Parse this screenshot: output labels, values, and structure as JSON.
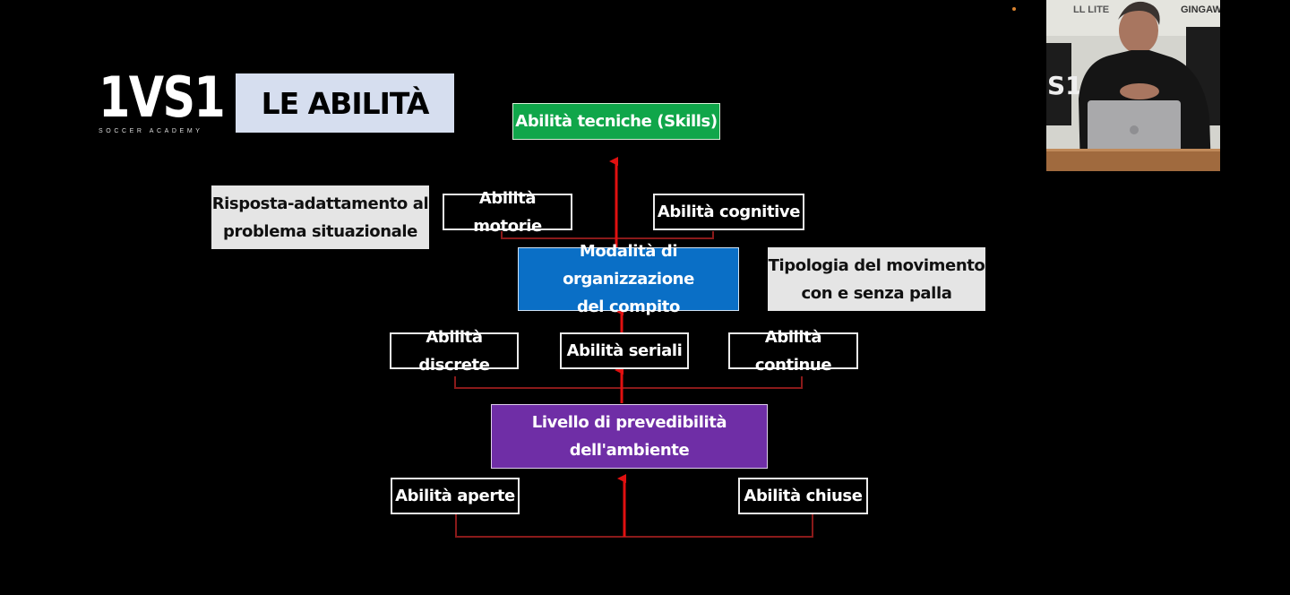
{
  "logo": {
    "main": "1VS1",
    "sub": "SOCCER ACADEMY"
  },
  "slide_title": "LE ABILITÀ",
  "boxes": {
    "skills": "Abilità tecniche (Skills)",
    "risposta_line1": "Risposta-adattamento al",
    "risposta_line2": "problema situazionale",
    "motorie": "Abilità motorie",
    "cognitive": "Abilità cognitive",
    "modalita_line1": "Modalità di organizzazione",
    "modalita_line2": "del compito",
    "tipologia_line1": "Tipologia del movimento",
    "tipologia_line2": "con e senza palla",
    "discrete": "Abilità discrete",
    "seriali": "Abilità seriali",
    "continue": "Abilità continue",
    "livello_line1": "Livello di prevedibilità",
    "livello_line2": "dell'ambiente",
    "aperte": "Abilità aperte",
    "chiuse": "Abilità chiuse"
  },
  "webcam": {
    "bg_text_left": "LL LITE",
    "bg_text_right": "GINGAW",
    "banner_text": "S1"
  },
  "colors": {
    "arrow": "#e01010",
    "connector": "#8a1a1a",
    "green": "#10a64a",
    "blue": "#0a6fc6",
    "purple": "#6f2ea6"
  }
}
